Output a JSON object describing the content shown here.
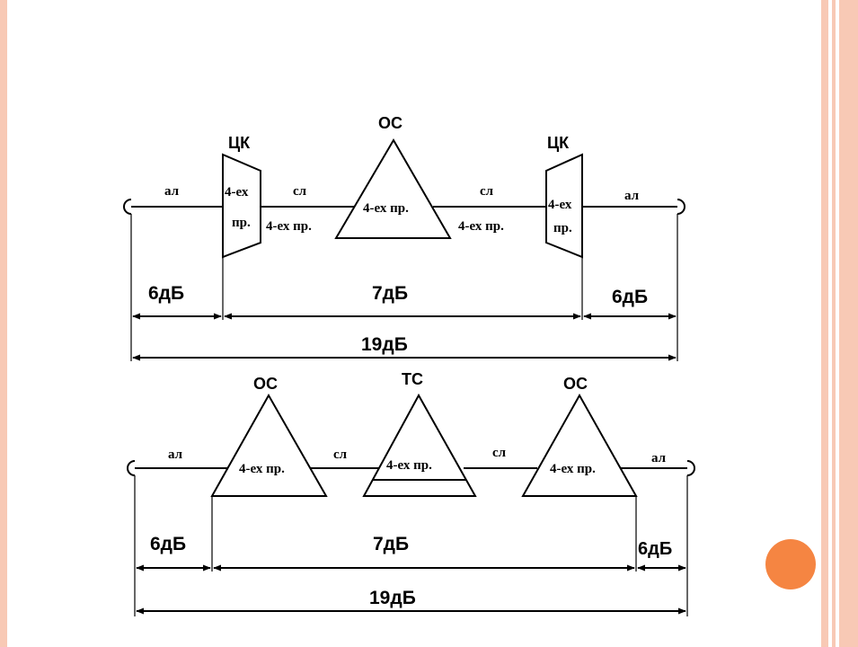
{
  "top": {
    "ck_left": "ЦК",
    "os": "ОС",
    "ck_right": "ЦК",
    "al_left": "ал",
    "sl_left": "сл",
    "sl_right": "сл",
    "al_right": "ал",
    "ck_left_l1": "4-ех",
    "ck_left_l2": "пр.",
    "ck_right_l1": "4-ех",
    "ck_right_l2": "пр.",
    "os_inner": "4-ех пр.",
    "sl_left_sub": "4-ех пр.",
    "sl_right_sub": "4-ех пр.",
    "db_left": "6дБ",
    "db_mid": "7дБ",
    "db_right": "6дБ",
    "db_total": "19дБ"
  },
  "bottom": {
    "os_left": "ОС",
    "ts": "ТС",
    "os_right": "ОС",
    "al_left": "ал",
    "sl_left": "сл",
    "sl_right": "сл",
    "al_right": "ал",
    "os_left_inner": "4-ех пр.",
    "ts_inner": "4-ех пр.",
    "os_right_inner": "4-ех пр.",
    "db_left": "6дБ",
    "db_mid": "7дБ",
    "db_right": "6дБ",
    "db_total": "19дБ"
  },
  "colors": {
    "accent_border": "#f8c9b5",
    "accent_dot": "#f58542",
    "ink": "#000000"
  }
}
